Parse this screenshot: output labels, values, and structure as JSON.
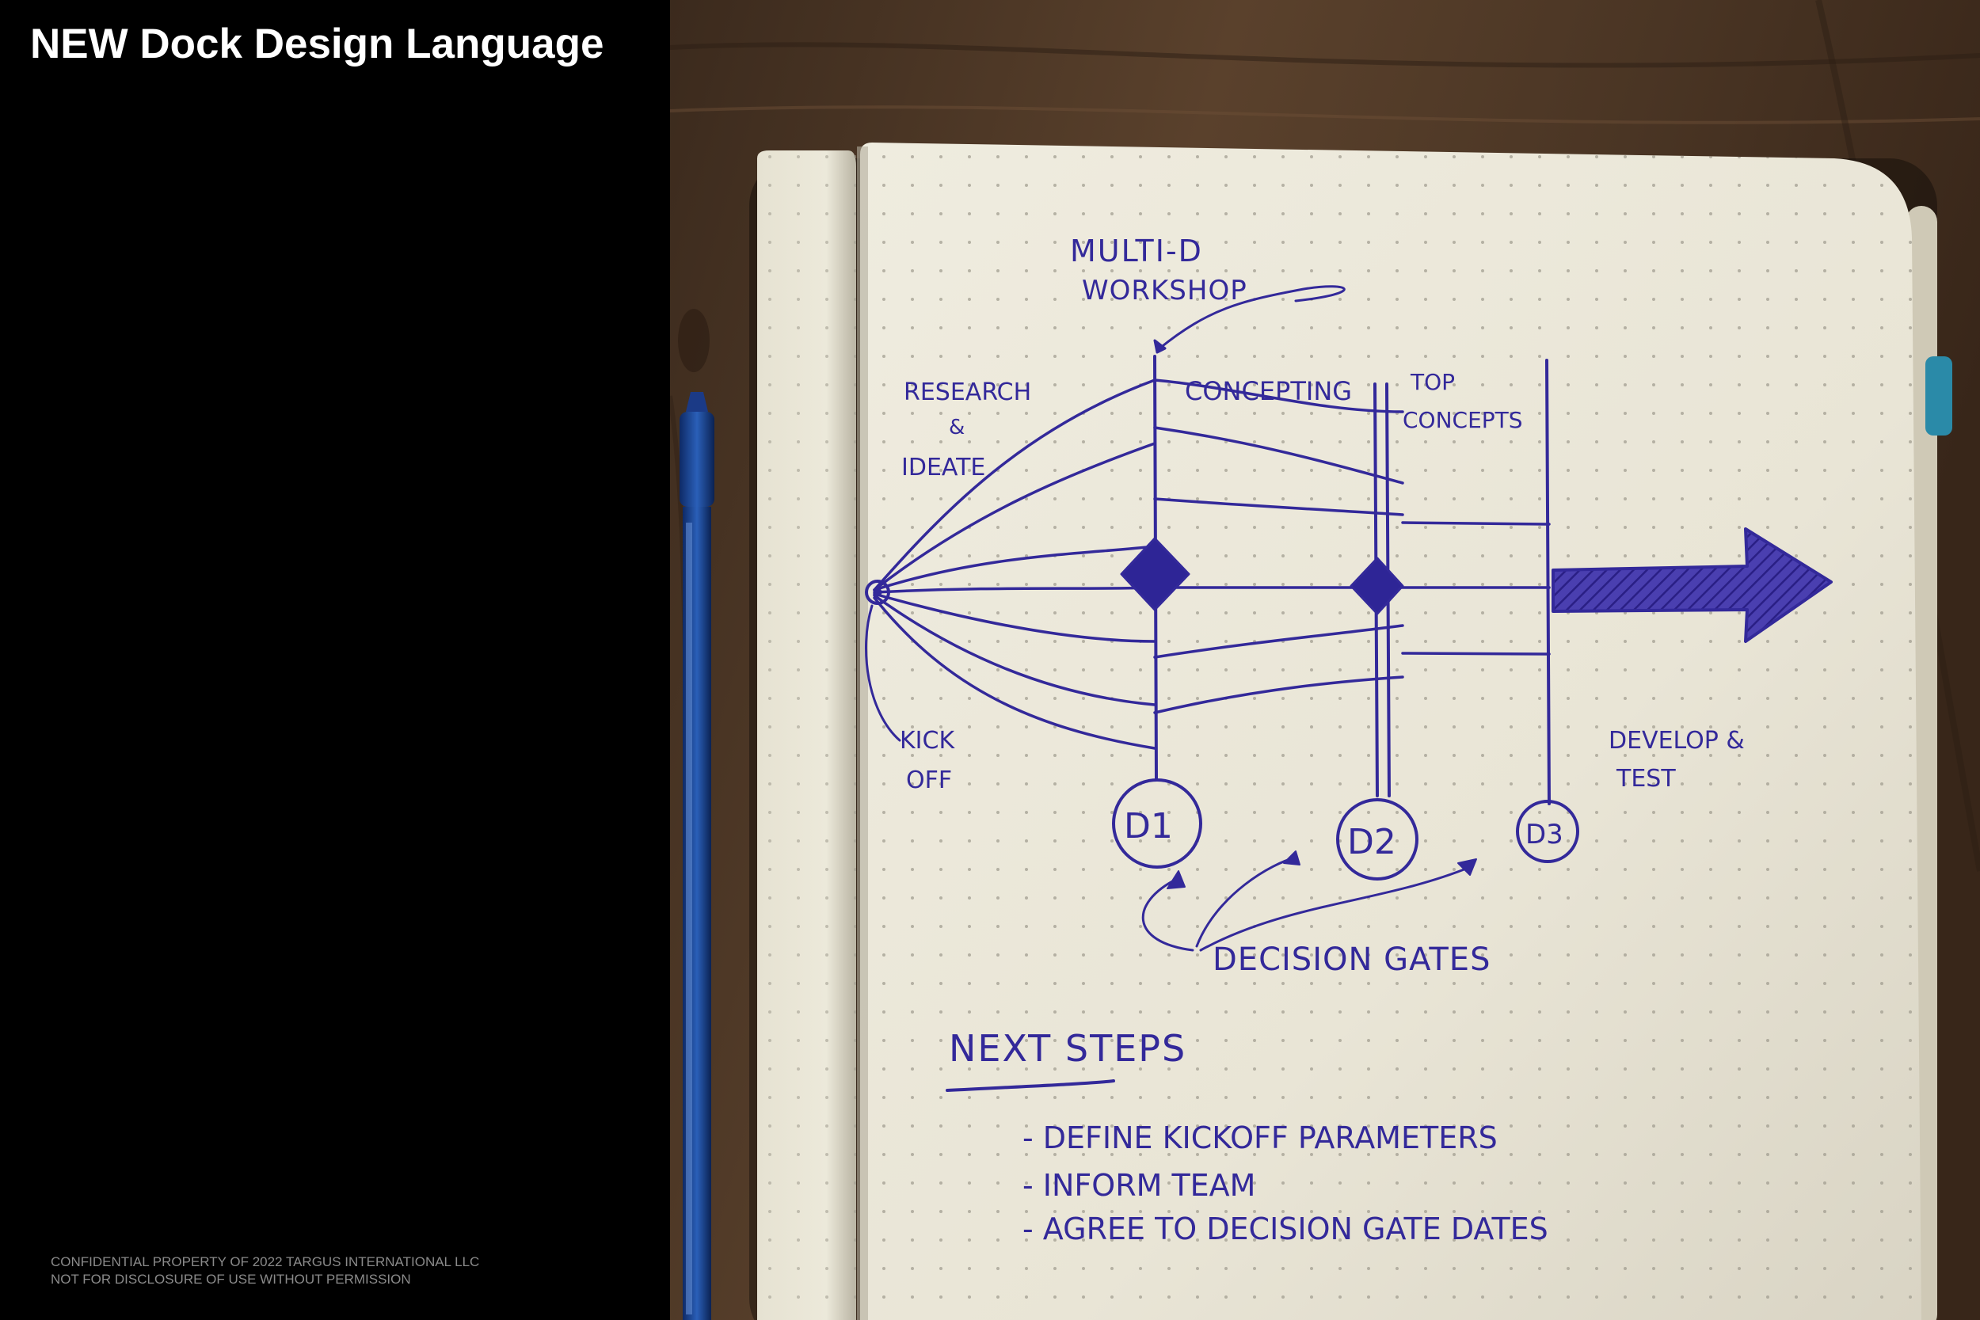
{
  "slide": {
    "title": "NEW Dock Design Language",
    "footer_line1": "CONFIDENTIAL PROPERTY OF 2022 TARGUS INTERNATIONAL LLC",
    "footer_line2": "NOT FOR DISCLOSURE OF USE WITHOUT PERMISSION"
  },
  "sketch": {
    "workshop_label_1": "MULTI-D",
    "workshop_label_2": "WORKSHOP",
    "research_label_1": "RESEARCH",
    "research_label_2": "&",
    "research_label_3": "IDEATE",
    "concepting_label": "CONCEPTING",
    "top_concepts_label_1": "TOP",
    "top_concepts_label_2": "CONCEPTS",
    "kickoff_label_1": "KICK",
    "kickoff_label_2": "OFF",
    "develop_label_1": "DEVELOP &",
    "develop_label_2": "TEST",
    "gate_1": "D1",
    "gate_2": "D2",
    "gate_3": "D3",
    "decision_gates_label": "DECISION GATES",
    "next_steps_heading": "NEXT STEPS",
    "next_steps": [
      "- DEFINE KICKOFF PARAMETERS",
      "- INFORM TEAM",
      "- AGREE TO DECISION GATE DATES"
    ]
  },
  "colors": {
    "ink": "#33299a",
    "paper": "#efecde",
    "wood": "#4a3525",
    "pen": "#1d3f8a"
  }
}
